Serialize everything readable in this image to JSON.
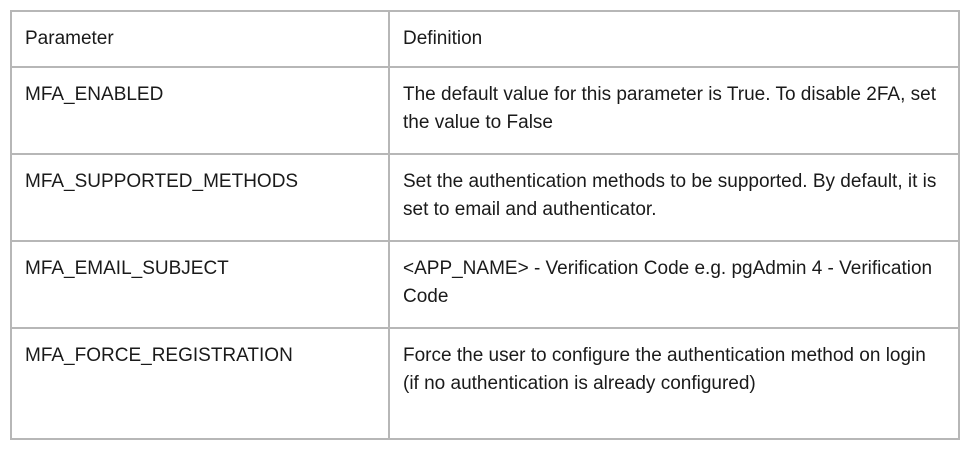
{
  "table": {
    "headers": [
      "Parameter",
      "Definition"
    ],
    "rows": [
      {
        "parameter": "MFA_ENABLED",
        "definition": "The default value for this parameter is True. To disable 2FA, set the value to False"
      },
      {
        "parameter": "MFA_SUPPORTED_METHODS",
        "definition": "Set the authentication methods to be supported. By default, it is set to email and authenticator."
      },
      {
        "parameter": "MFA_EMAIL_SUBJECT",
        "definition": "<APP_NAME> - Verification Code e.g. pgAdmin 4 - Verification Code"
      },
      {
        "parameter": "MFA_FORCE_REGISTRATION",
        "definition": "Force the user to configure the authentication method on login (if no authentication is already configured)"
      }
    ]
  }
}
